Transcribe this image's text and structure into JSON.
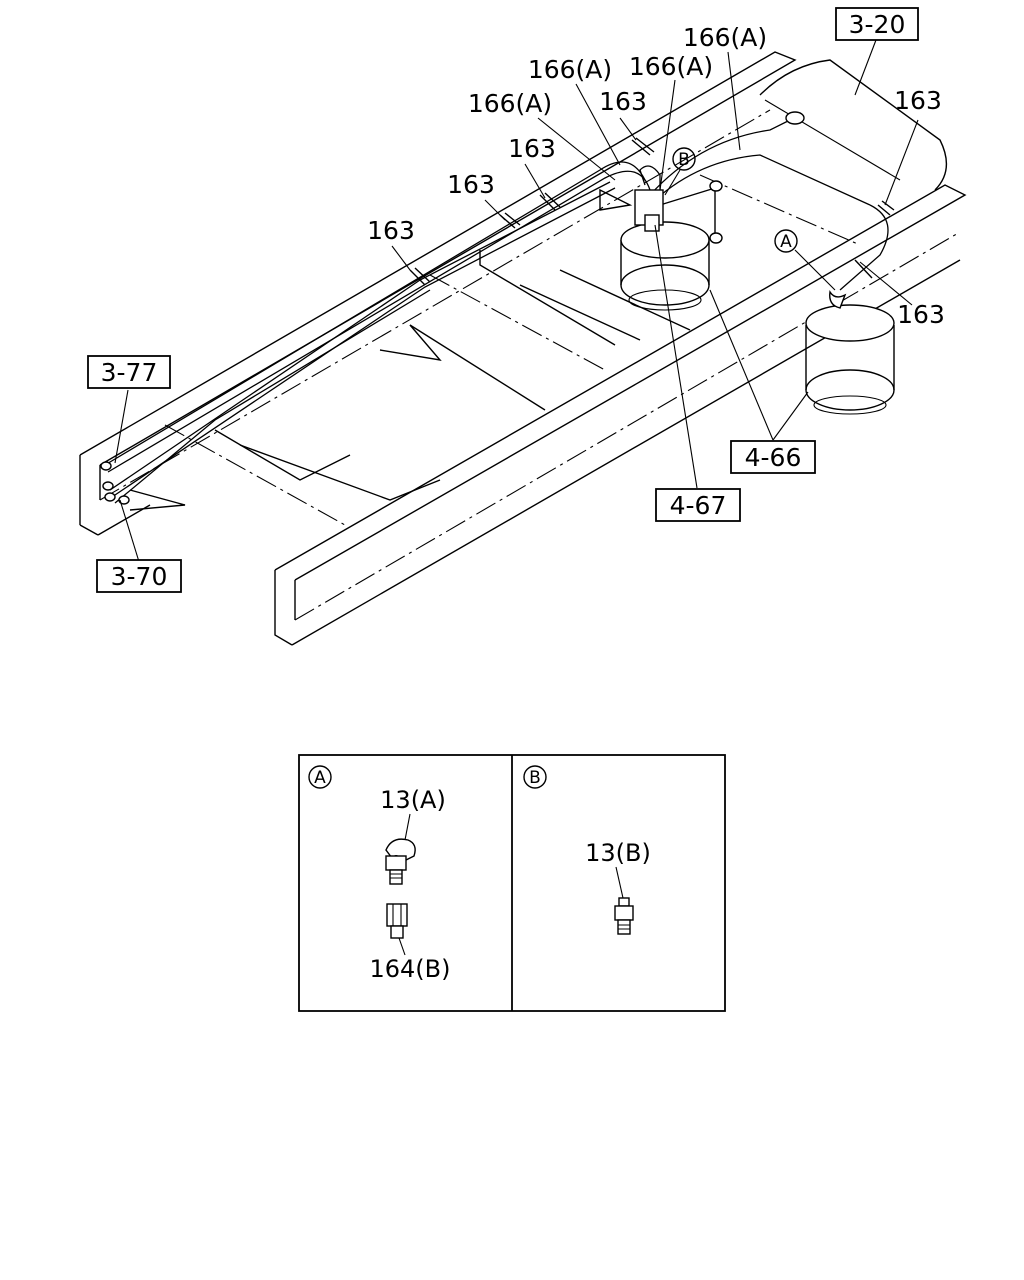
{
  "main_view": {
    "callouts": {
      "ref_3_20": "3-20",
      "ref_3_77": "3-77",
      "ref_3_70": "3-70",
      "ref_4_66": "4-66",
      "ref_4_67": "4-67",
      "part_166a_1": "166(A)",
      "part_166a_2": "166(A)",
      "part_166a_3": "166(A)",
      "part_166a_4": "166(A)",
      "part_163_1": "163",
      "part_163_2": "163",
      "part_163_3": "163",
      "part_163_4": "163",
      "part_163_5": "163",
      "part_163_6": "163"
    },
    "markers": {
      "a": "A",
      "b": "B"
    }
  },
  "detail_view": {
    "panel_a": {
      "marker": "A",
      "part_top": "13(A)",
      "part_bottom": "164(B)"
    },
    "panel_b": {
      "marker": "B",
      "part": "13(B)"
    }
  }
}
